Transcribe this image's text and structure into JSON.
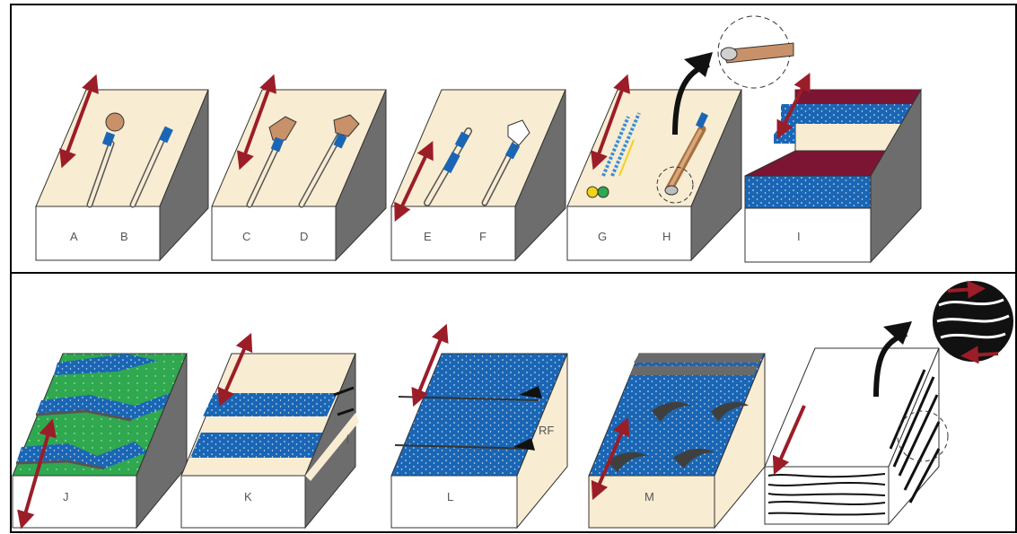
{
  "panels": [
    {
      "id": "A",
      "label": "A"
    },
    {
      "id": "B",
      "label": "B"
    },
    {
      "id": "C",
      "label": "C"
    },
    {
      "id": "D",
      "label": "D"
    },
    {
      "id": "E",
      "label": "E"
    },
    {
      "id": "F",
      "label": "F"
    },
    {
      "id": "G",
      "label": "G"
    },
    {
      "id": "H",
      "label": "H"
    },
    {
      "id": "I",
      "label": "I"
    },
    {
      "id": "J",
      "label": "J"
    },
    {
      "id": "K",
      "label": "K"
    },
    {
      "id": "L",
      "label": "L"
    },
    {
      "id": "M",
      "label": "M"
    }
  ],
  "annotations": {
    "k_side": "l",
    "l_side": "RF"
  },
  "colors": {
    "surface": "#f8ecd2",
    "front_face": "#ffffff",
    "side_face": "#6d6d6d",
    "blue_layer": "#1a66b5",
    "green_layer": "#2fa84f",
    "maroon_layer": "#7b1533",
    "arrow": "#9b1d28",
    "clast": "#c8916a",
    "black": "#111111"
  }
}
